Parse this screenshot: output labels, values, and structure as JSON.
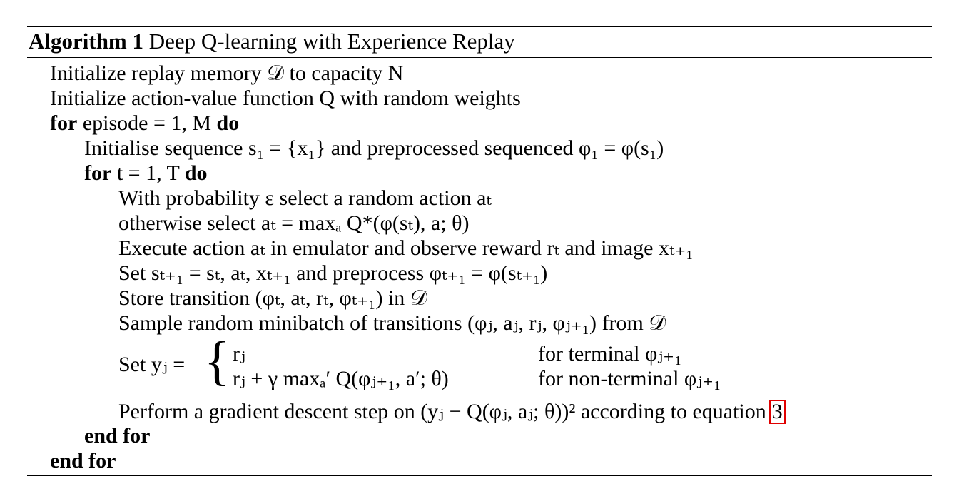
{
  "caption": {
    "label": "Algorithm 1",
    "title": "Deep Q-learning with Experience Replay"
  },
  "lines": {
    "l1": "Initialize replay memory 𝒟 to capacity N",
    "l2": "Initialize action-value function Q with random weights",
    "l3_kw1": "for",
    "l3_text": "episode = 1, M",
    "l3_kw2": "do",
    "l4": "Initialise sequence s₁ = {x₁} and preprocessed sequenced φ₁ = φ(s₁)",
    "l5_kw1": "for",
    "l5_text": "t = 1, T",
    "l5_kw2": "do",
    "l6": "With probability ε select a random action aₜ",
    "l7": "otherwise select aₜ = maxₐ Q*(φ(sₜ), a; θ)",
    "l8": "Execute action aₜ in emulator and observe reward rₜ and image xₜ₊₁",
    "l9": "Set sₜ₊₁ = sₜ, aₜ, xₜ₊₁ and preprocess φₜ₊₁ = φ(sₜ₊₁)",
    "l10": "Store transition (φₜ, aₜ, rₜ, φₜ₊₁) in 𝒟",
    "l11": "Sample random minibatch of transitions (φⱼ, aⱼ, rⱼ, φⱼ₊₁) from 𝒟",
    "l12_lhs": "Set yⱼ =",
    "l12_case1_expr": "rⱼ",
    "l12_case1_cond": "for terminal φⱼ₊₁",
    "l12_case2_expr": "rⱼ + γ maxₐ′ Q(φⱼ₊₁, a′; θ)",
    "l12_case2_cond": "for non-terminal φⱼ₊₁",
    "l13": "Perform a gradient descent step on (yⱼ − Q(φⱼ, aⱼ; θ))² according to equation",
    "l13_ref": "3",
    "l14": "end for",
    "l15": "end for"
  }
}
